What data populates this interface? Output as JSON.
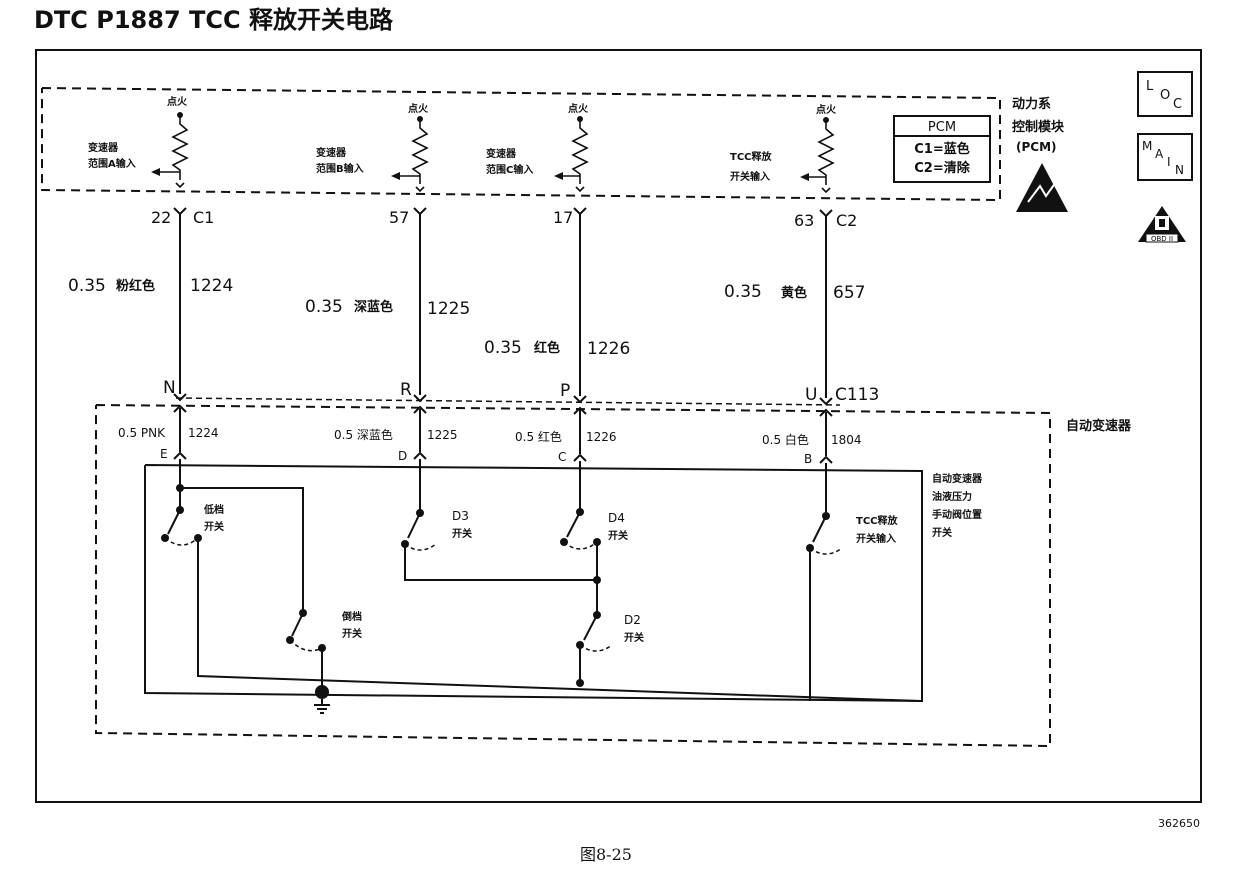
{
  "title": "DTC P1887 TCC 释放开关电路",
  "figure_number": "362650",
  "caption": "图8-25",
  "side_labels": {
    "pcm_name": [
      "动力系",
      "控制模块",
      "(PCM)"
    ],
    "transmission": "自动变速器"
  },
  "pcm_legend": {
    "header": "PCM",
    "c1": "C1=蓝色",
    "c2": "C2=清除"
  },
  "badges": {
    "loc": [
      "L",
      "O",
      "C"
    ],
    "main": [
      "M",
      "A",
      "I",
      "N"
    ],
    "obd": "OBD II"
  },
  "ignition_label": "点火",
  "pcm_inputs": [
    {
      "label": [
        "变速器",
        "范围A输入"
      ],
      "pin": "22",
      "connector": "C1",
      "wire_size": "0.35",
      "color": "粉红色",
      "circuit": "1224"
    },
    {
      "label": [
        "变速器",
        "范围B输入"
      ],
      "pin": "57",
      "connector": "",
      "wire_size": "0.35",
      "color": "深蓝色",
      "circuit": "1225"
    },
    {
      "label": [
        "变速器",
        "范围C输入"
      ],
      "pin": "17",
      "connector": "",
      "wire_size": "0.35",
      "color": "红色",
      "circuit": "1226"
    },
    {
      "label": [
        "TCC释放",
        "开关输入"
      ],
      "pin": "63",
      "connector": "C2",
      "wire_size": "0.35",
      "color": "黄色",
      "circuit": "657"
    }
  ],
  "inline_connector": {
    "name": "C113",
    "pins": [
      "N",
      "R",
      "P",
      "U"
    ]
  },
  "trans_wires": [
    {
      "spec": "0.5 PNK",
      "circuit": "1224",
      "pin": "E"
    },
    {
      "spec": "0.5  深蓝色",
      "circuit": "1225",
      "pin": "D"
    },
    {
      "spec": "0.5 红色",
      "circuit": "1226",
      "pin": "C"
    },
    {
      "spec": "0.5 白色",
      "circuit": "1804",
      "pin": "B"
    }
  ],
  "switch_assembly_label": [
    "自动变速器",
    "油液压力",
    "手动阀位置",
    "开关"
  ],
  "switches": {
    "low": [
      "低档",
      "开关"
    ],
    "reverse": [
      "倒档",
      "开关"
    ],
    "d3": [
      "D3",
      "开关"
    ],
    "d4": [
      "D4",
      "开关"
    ],
    "d2": [
      "D2",
      "开关"
    ],
    "tcc": [
      "TCC释放",
      "开关输入"
    ]
  }
}
